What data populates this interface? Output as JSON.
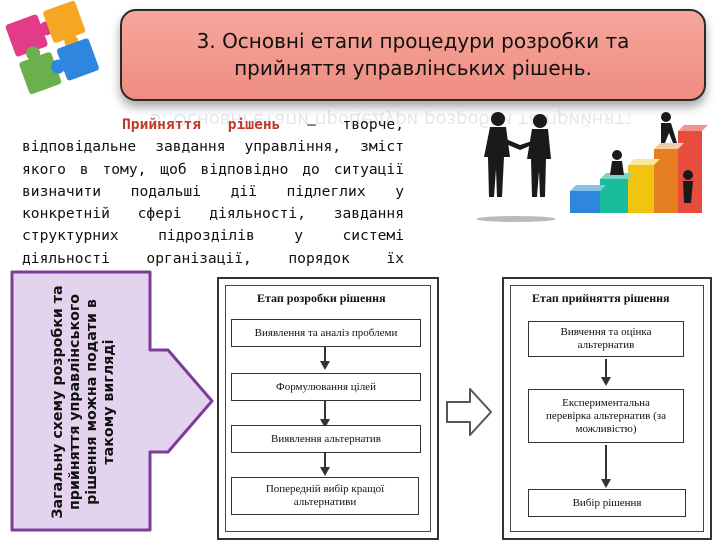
{
  "title": "3. Основні етапи процедури розробки та прийняття управлінських рішень.",
  "paragraph": {
    "lead": "Прийняття рішень",
    "text": " – творче, відповідальне завдання управління, зміст якого в тому, щоб відповідно до ситуації визначити подальші дії підлеглих у конкретній сфері діяльності, завдання структурних підрозділів у системі діяльності організації, порядок їх взаємодії."
  },
  "side_note": "Загальну схему розробки та прийняття управлінського рішення можна подати в такому вигляді",
  "diagram_development": {
    "heading": "Етап розробки рішення",
    "steps": [
      "Виявлення та аналіз проблеми",
      "Формулювання цілей",
      "Виявлення альтернатив",
      "Попередній вибір кращої альтернативи"
    ]
  },
  "diagram_adoption": {
    "heading": "Етап прийняття рішення",
    "steps": [
      "Вивчення та оцінка альтернатив",
      "Експериментальна перевірка альтернатив (за можливістю)",
      "Вибір рішення"
    ]
  },
  "colors": {
    "title_fill": "#f19c91",
    "lead_text": "#c0392b",
    "purple_box": "#e4d3ef",
    "purple_border": "#7d3c98"
  }
}
